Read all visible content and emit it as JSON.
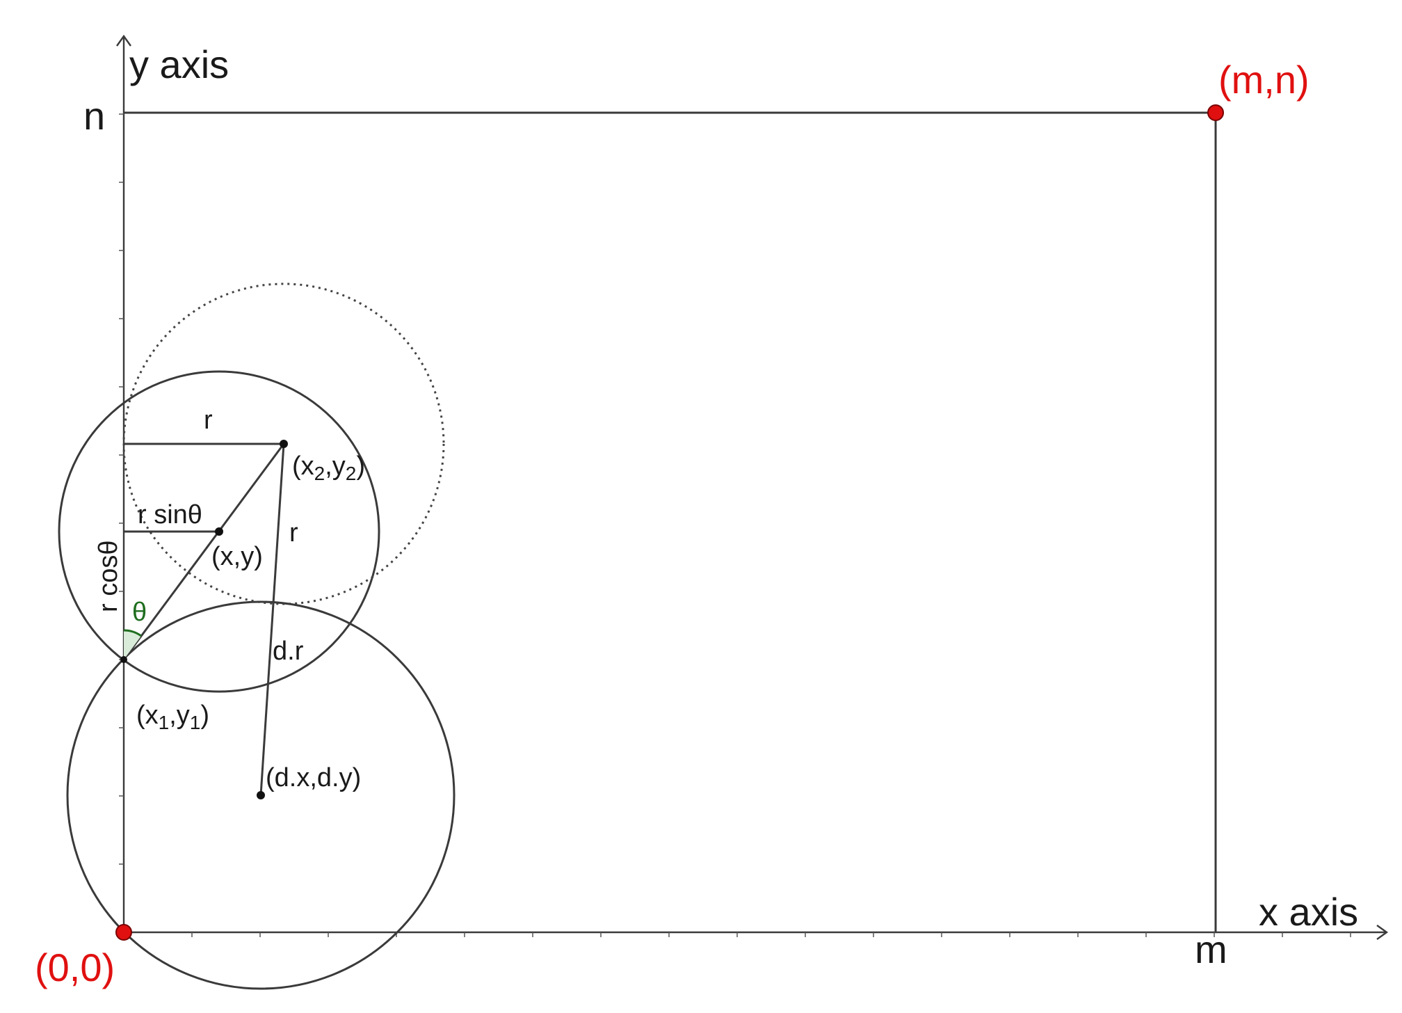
{
  "labels": {
    "y_axis": "y axis",
    "x_axis": "x axis",
    "n": "n",
    "m": "m",
    "origin": "(0,0)",
    "corner": "(m,n)",
    "r_top": "r",
    "r_sin": "r sinθ",
    "r_cos": "r cosθ",
    "theta": "θ",
    "r_right": "r",
    "dr": "d.r",
    "xy": "(x,y)",
    "p2_open": "(x",
    "p2_sub1": "2",
    "p2_mid": ",y",
    "p2_sub2": "2",
    "p2_close": ")",
    "p1_open": "(x",
    "p1_sub1": "1",
    "p1_mid": ",y",
    "p1_sub2": "1",
    "p1_close": ")",
    "d_point": "(d.x,d.y)"
  },
  "colors": {
    "line": "#3a3a3a",
    "point_red": "#e01010",
    "theta_green": "#1f6e1f",
    "theta_fill": "#d9ecd9"
  }
}
